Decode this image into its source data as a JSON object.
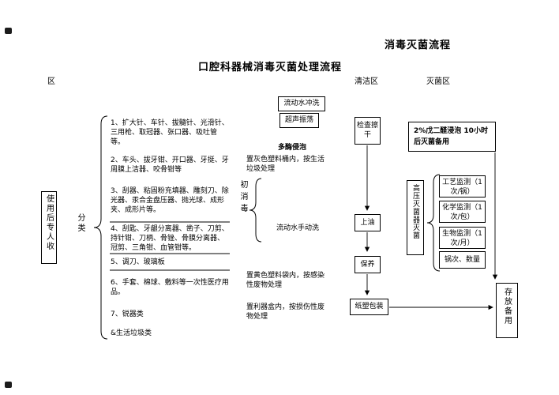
{
  "colors": {
    "ink": "#000000",
    "background": "#ffffff"
  },
  "page": {
    "corner_title": "消毒灭菌流程",
    "main_title": "口腔科器械消毒灭菌处理流程"
  },
  "zones": {
    "left": "区",
    "clean": "清洁区",
    "sterile": "灭菌区"
  },
  "left": {
    "collect_box": "使用后专人收",
    "classify_label": "分类",
    "items": [
      "1、扩大针、车针、拔髓针、光滑针、三用枪、取冠器、张口器、吸吐管等。",
      "2、车头、拔牙钳、开口器、牙挺、牙周膜上洁器、咬骨钳等",
      "3、刮器、粘固粉充填器、雕刻刀、除光器、汞合金盘压器、抛光球、成形夹、成形片等。",
      "4、刮匙、牙龈分离器、凿子、刀剪、持针钳、刀柄、骨锉、骨膜分离器、冠剪、三角钳、血管钳等。",
      "5、调刀、玻璃板",
      "6、手套、棉球、敷料等一次性医疗用品。",
      "7、锐器类",
      "&生活垃圾类"
    ]
  },
  "middle": {
    "rinse_box": "流动水冲洗",
    "ultrasonic_box": "超声振荡",
    "enzyme_label": "多酶侵泡",
    "gray_bin_note": "置灰色塑料桶内，按生活垃圾处理",
    "pre_disinfect_label": "初消毒",
    "hand_wash_label": "流动水手动洗",
    "yellow_bag_note": "置黄色塑料袋内，按感染性废物处理",
    "sharps_box_note": "置利器盒内，按损伤性废物处理"
  },
  "clean": {
    "inspect_dry": "检查擦干",
    "oil": "上油",
    "maintain": "保养",
    "package": "纸塑包装"
  },
  "sterile": {
    "glutaraldehyde": "2%戊二醛浸泡 10小时后灭菌备用",
    "autoclave": "高压灭菌器灭菌",
    "monitors": [
      "工艺监测（1次/锅）",
      "化学监测（1次/包）",
      "生物监测（1次/月）",
      "锅次、数量"
    ],
    "storage": "存放备用"
  }
}
